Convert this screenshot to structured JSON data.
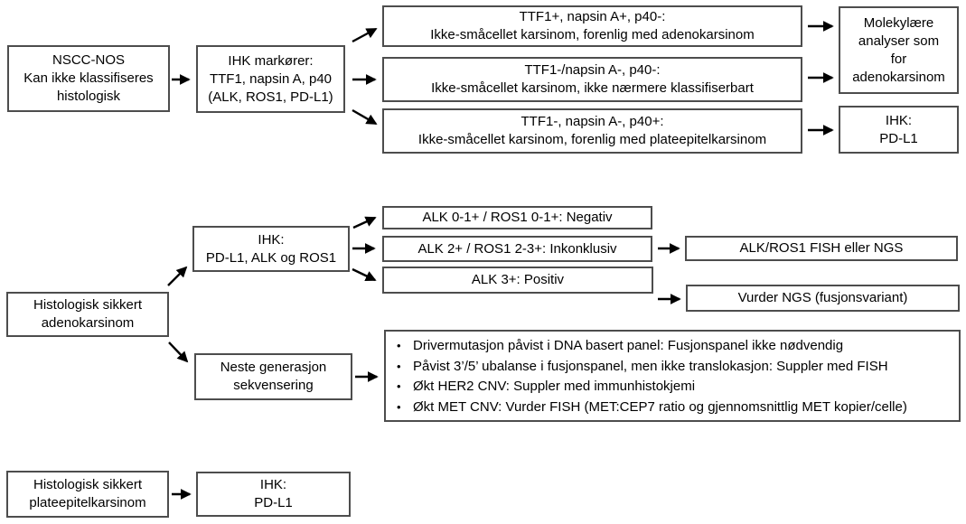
{
  "colors": {
    "border": "#4d4d4d",
    "arrow": "#000000",
    "text": "#000000",
    "bg": "#ffffff"
  },
  "nodes": {
    "nscc_nos": {
      "text": "NSCC-NOS\nKan ikke klassifiseres\nhistologisk"
    },
    "ihk_markers": {
      "text": "IHK markører:\nTTF1, napsin A, p40\n(ALK, ROS1, PD-L1)"
    },
    "result_adeno": {
      "text": "TTF1+, napsin A+, p40-:\nIkke-småcellet karsinom, forenlig med adenokarsinom"
    },
    "result_nos": {
      "text": "TTF1-/napsin A-, p40-:\nIkke-småcellet karsinom, ikke nærmere klassifiserbart"
    },
    "result_squamous": {
      "text": "TTF1-, napsin A-, p40+:\nIkke-småcellet karsinom, forenlig med plateepitelkarsinom"
    },
    "molecular_analyses": {
      "text": "Molekylære\nanalyser som\nfor\nadenokarsinom"
    },
    "ihk_pdl1_top": {
      "text": "IHK:\nPD-L1"
    },
    "adeno_certain": {
      "text": "Histologisk sikkert\nadenokarsinom"
    },
    "ihk_alk_ros1": {
      "text": "IHK:\nPD-L1, ALK og ROS1"
    },
    "ngs_node": {
      "text": "Neste generasjon\nsekvensering"
    },
    "alk_negative": {
      "text": "ALK 0-1+ / ROS1 0-1+: Negativ"
    },
    "alk_inconclusive": {
      "text": "ALK 2+ / ROS1 2-3+: Inkonklusiv"
    },
    "alk_positive": {
      "text": "ALK 3+: Positiv"
    },
    "fish_ngs": {
      "text": "ALK/ROS1 FISH eller NGS"
    },
    "vurder_ngs": {
      "text": "Vurder NGS (fusjonsvariant)"
    },
    "ngs_notes": {
      "items": [
        "Drivermutasjon påvist i DNA basert panel: Fusjonspanel ikke nødvendig",
        "Påvist 3’/5’ ubalanse i fusjonspanel, men ikke translokasjon: Suppler med FISH",
        "Økt HER2 CNV: Suppler med immunhistokjemi",
        "Økt MET CNV: Vurder FISH (MET:CEP7 ratio og gjennomsnittlig MET kopier/celle)"
      ]
    },
    "squamous_certain": {
      "text": "Histologisk sikkert\nplateepitelkarsinom"
    },
    "ihk_pdl1_bottom": {
      "text": "IHK:\nPD-L1"
    }
  }
}
